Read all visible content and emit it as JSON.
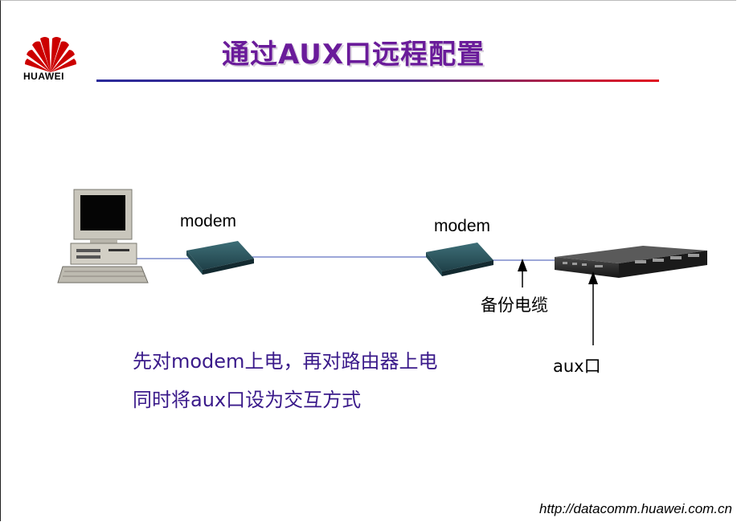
{
  "brand": {
    "name": "HUAWEI",
    "color": "#cc0000"
  },
  "slide": {
    "title": "通过AUX口远程配置",
    "title_color": "#6a1b9a"
  },
  "diagram": {
    "modem_left_label": "modem",
    "modem_right_label": "modem",
    "cable_label": "备份电缆",
    "port_label": "aux口",
    "devices": [
      "pc-icon",
      "modem-icon",
      "modem-icon",
      "router-icon"
    ]
  },
  "note": {
    "line1": "先对modem上电，再对路由器上电",
    "line2": "同时将aux口设为交互方式",
    "color": "#3a1a8a"
  },
  "footer": {
    "url": "http://datacomm.huawei.com.cn"
  }
}
